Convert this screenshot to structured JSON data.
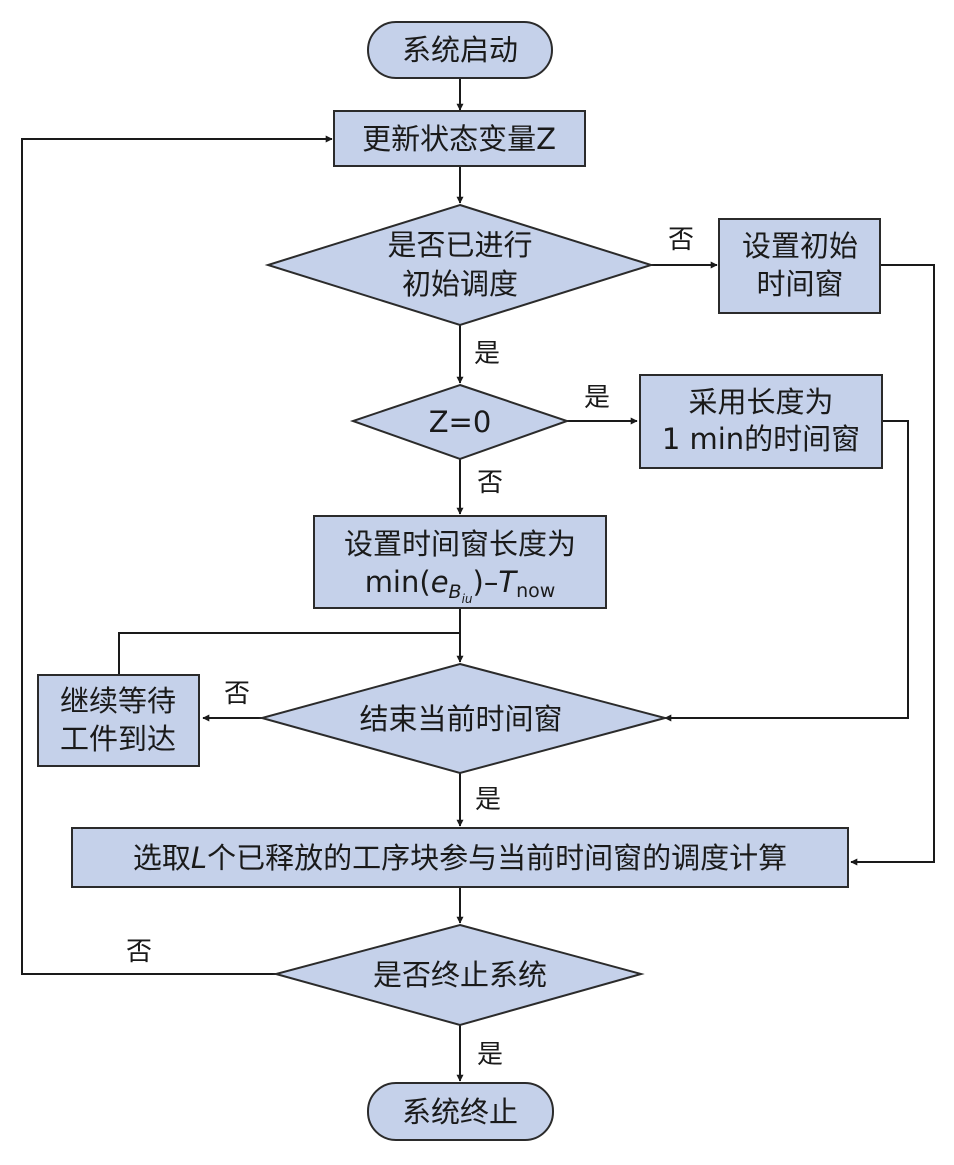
{
  "nodes": {
    "start": "系统启动",
    "update_state": "更新状态变量Z",
    "check_initial": [
      "是否已进行",
      "初始调度"
    ],
    "set_initial_window": [
      "设置初始",
      "时间窗"
    ],
    "check_z": "Z=0",
    "one_min_window": [
      "采用长度为",
      "1 min的时间窗"
    ],
    "set_window_length": {
      "line1": "设置时间窗长度为",
      "line2_prefix": "min(",
      "line2_e": "e",
      "line2_B": "B",
      "line2_sub": "iu",
      "line2_mid": ")–",
      "line2_T": "T",
      "line2_now": "now"
    },
    "end_window": "结束当前时间窗",
    "continue_wait": [
      "继续等待",
      "工件到达"
    ],
    "select_blocks": {
      "prefix": "选取",
      "L": "L",
      "suffix": "个已释放的工序块参与当前时间窗的调度计算"
    },
    "terminate_check": "是否终止系统",
    "end": "系统终止"
  },
  "edge_labels": {
    "initial_no": "否",
    "initial_yes": "是",
    "z_yes": "是",
    "z_no": "否",
    "window_no": "否",
    "window_yes": "是",
    "terminate_no": "否",
    "terminate_yes": "是"
  }
}
